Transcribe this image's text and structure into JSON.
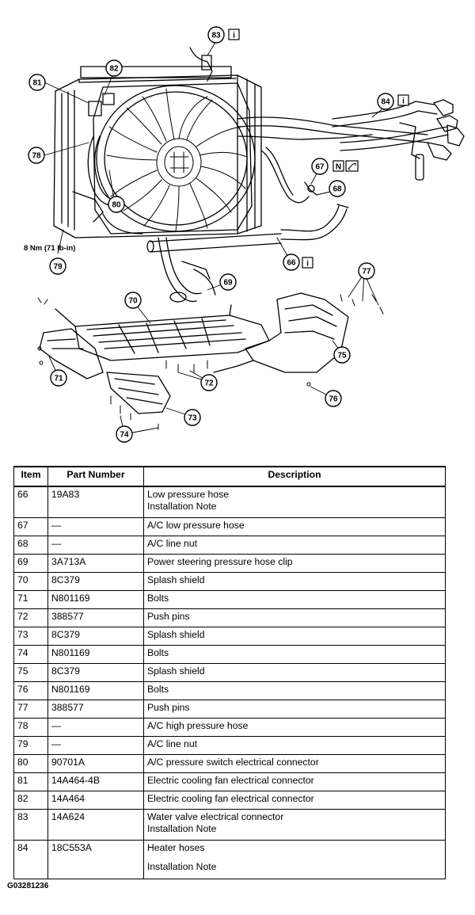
{
  "callouts": [
    "83",
    "82",
    "81",
    "78",
    "80",
    "84",
    "67",
    "68",
    "66",
    "79",
    "69",
    "70",
    "77",
    "71",
    "75",
    "72",
    "76",
    "73",
    "74"
  ],
  "torque_note": "8 Nm (71 lb-in)",
  "info_icon_glyph": "i",
  "n_icon_glyph": "N",
  "table": {
    "headers": [
      "Item",
      "Part Number",
      "Description"
    ],
    "rows": [
      {
        "item": "66",
        "part": "19A83",
        "desc": [
          "Low pressure hose",
          "Installation Note"
        ]
      },
      {
        "item": "67",
        "part": "—",
        "desc": [
          "A/C low pressure hose"
        ]
      },
      {
        "item": "68",
        "part": "—",
        "desc": [
          "A/C line nut"
        ]
      },
      {
        "item": "69",
        "part": "3A713A",
        "desc": [
          "Power steering pressure hose clip"
        ]
      },
      {
        "item": "70",
        "part": "8C379",
        "desc": [
          "Splash shield"
        ]
      },
      {
        "item": "71",
        "part": "N801169",
        "desc": [
          "Bolts"
        ]
      },
      {
        "item": "72",
        "part": "388577",
        "desc": [
          "Push pins"
        ]
      },
      {
        "item": "73",
        "part": "8C379",
        "desc": [
          "Splash shield"
        ]
      },
      {
        "item": "74",
        "part": "N801169",
        "desc": [
          "Bolts"
        ]
      },
      {
        "item": "75",
        "part": "8C379",
        "desc": [
          "Splash shield"
        ]
      },
      {
        "item": "76",
        "part": "N801169",
        "desc": [
          "Bolts"
        ]
      },
      {
        "item": "77",
        "part": "388577",
        "desc": [
          "Push pins"
        ]
      },
      {
        "item": "78",
        "part": "—",
        "desc": [
          "A/C high pressure hose"
        ]
      },
      {
        "item": "79",
        "part": "—",
        "desc": [
          "A/C line nut"
        ]
      },
      {
        "item": "80",
        "part": "90701A",
        "desc": [
          "A/C pressure switch electrical connector"
        ]
      },
      {
        "item": "81",
        "part": "14A464-4B",
        "desc": [
          "Electric cooling fan electrical connector"
        ]
      },
      {
        "item": "82",
        "part": "14A464",
        "desc": [
          "Electric cooling fan electrical connector"
        ]
      },
      {
        "item": "83",
        "part": "14A624",
        "desc": [
          "Water valve electrical connector",
          "Installation Note"
        ]
      },
      {
        "item": "84",
        "part": "18C553A",
        "desc": [
          "Heater hoses",
          "Installation Note"
        ]
      }
    ]
  },
  "figure_code": "G03281236"
}
